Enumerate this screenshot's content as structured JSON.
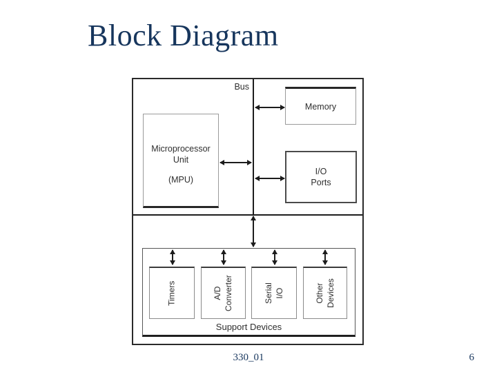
{
  "slide": {
    "title": "Block Diagram",
    "footer": {
      "doc_id": "330_01",
      "page_number": "6"
    }
  },
  "diagram": {
    "bus_label": "Bus",
    "blocks": {
      "memory": "Memory",
      "mpu": "Microprocessor\nUnit",
      "mpu_abbrev": "(MPU)",
      "io_ports": "I/O\nPorts"
    },
    "support": {
      "label": "Support Devices",
      "devices": [
        {
          "label": "Timers"
        },
        {
          "label": "A/D\nConverter"
        },
        {
          "label": "Serial\nI/O"
        },
        {
          "label": "Other\nDevices"
        }
      ]
    },
    "colors": {
      "title_text": "#17365d",
      "diagram_ink": "#2e2e2e",
      "line": "#1c1c1c",
      "background": "#ffffff"
    }
  }
}
